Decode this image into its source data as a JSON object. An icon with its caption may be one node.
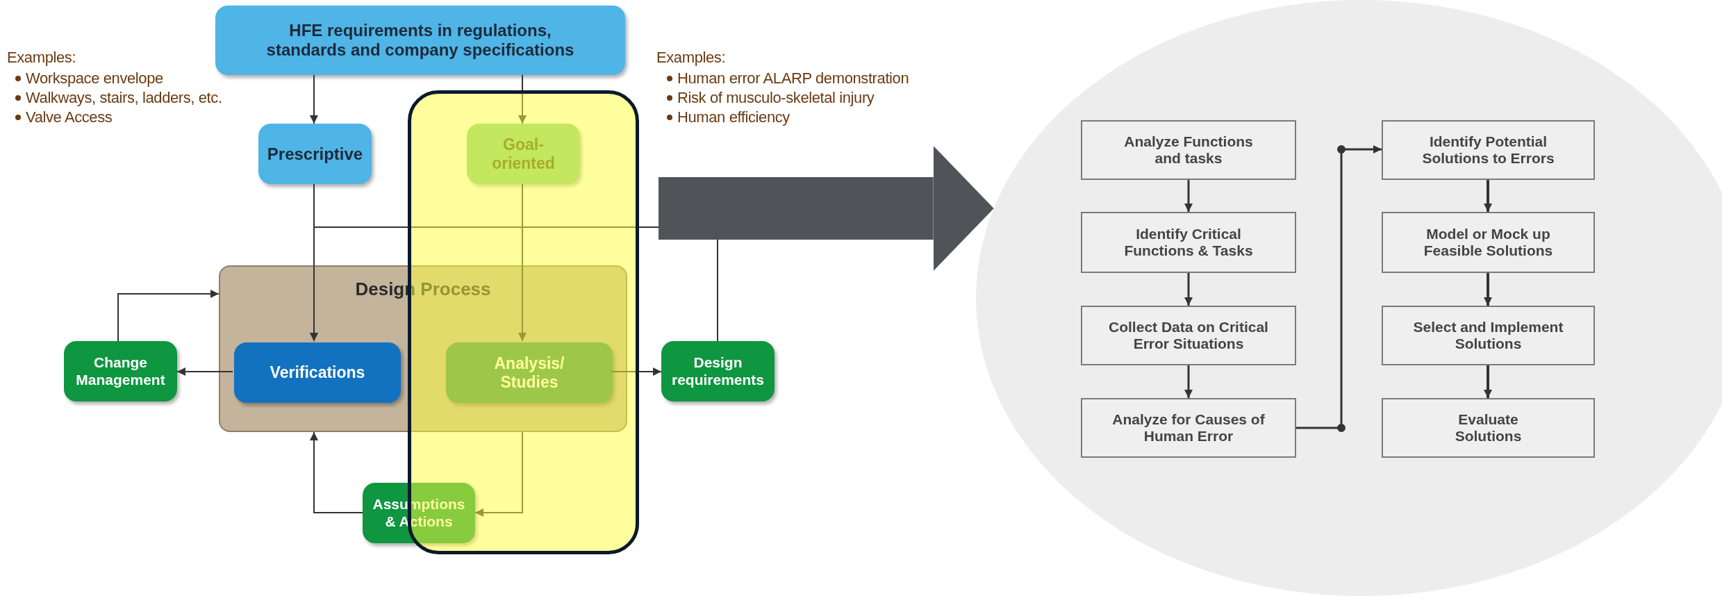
{
  "diagram": {
    "nodes": [
      {
        "text": [
          "HFE requirements in regulations, standards and company specifications"
        ]
      },
      {
        "text": [
          "Prescriptive"
        ]
      },
      {
        "text": [
          "Goal-oriented"
        ]
      },
      {
        "text": [
          "Design Process"
        ]
      },
      {
        "text": [
          "Verifications"
        ],
        "in": 3
      },
      {
        "text": [
          "Analysis/ Studies"
        ],
        "in": 3
      },
      {
        "text": [
          "Change Management"
        ]
      },
      {
        "text": [
          "Design requirements"
        ]
      },
      {
        "text": [
          "Assumptions & Actions"
        ]
      },
      {
        "text": [],
        "shape": "ellipse"
      },
      {
        "text": [
          "Analyze Functions and tasks"
        ],
        "in": 9
      },
      {
        "text": [
          "Identify Critical Functions & Tasks"
        ],
        "in": 9
      },
      {
        "text": [
          "Collect Data on Critical Error Situations"
        ],
        "in": 9
      },
      {
        "text": [
          "Analyze for Causes of Human Error"
        ],
        "in": 9
      },
      {
        "text": [
          "Identify Potential Solutions to Errors"
        ],
        "in": 9
      },
      {
        "text": [
          "Model or Mock up Feasible Solutions"
        ],
        "in": 9
      },
      {
        "text": [
          "Select and Implement Solutions"
        ],
        "in": 9
      },
      {
        "text": [
          "Evaluate Solutions"
        ],
        "in": 9
      }
    ],
    "edges": [
      {
        "from": 0,
        "to": 1,
        "arrow": "to"
      },
      {
        "from": 0,
        "to": 2,
        "arrow": "to"
      },
      {
        "from": 1,
        "to": 4,
        "arrow": "to"
      },
      {
        "from": 2,
        "to": 5,
        "arrow": "to"
      },
      {
        "from": 4,
        "to": 6,
        "arrow": "to"
      },
      {
        "from": 6,
        "to": 3,
        "arrow": "to"
      },
      {
        "from": 5,
        "to": 7,
        "arrow": "to"
      },
      {
        "from": 7,
        "to": 4,
        "arrow": "to"
      },
      {
        "from": 3,
        "to": 8,
        "arrow": "to"
      },
      {
        "from": 8,
        "to": 3,
        "arrow": "to"
      },
      {
        "from": null,
        "to": 9,
        "arrow": "to",
        "style": "thick",
        "color": "#505458"
      },
      {
        "from": 10,
        "to": 11,
        "arrow": "to"
      },
      {
        "from": 11,
        "to": 12,
        "arrow": "to"
      },
      {
        "from": 12,
        "to": 13,
        "arrow": "to"
      },
      {
        "from": 13,
        "to": 14,
        "arrow": "to"
      },
      {
        "from": 14,
        "to": 15,
        "arrow": "to"
      },
      {
        "from": 15,
        "to": 16,
        "arrow": "to"
      },
      {
        "from": 16,
        "to": 17,
        "arrow": "to"
      }
    ],
    "labels": [
      "Examples:",
      "Workspace envelope",
      "Walkways, stairs, ladders, etc.",
      "Valve Access",
      "Examples:",
      "Human error ALARP demonstration",
      "Risk of musculo-skeletal injury",
      "Human efficiency"
    ]
  }
}
